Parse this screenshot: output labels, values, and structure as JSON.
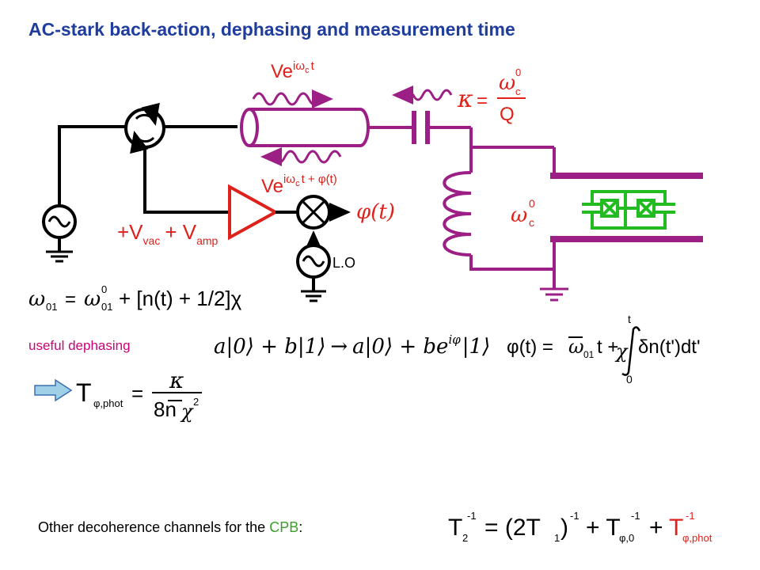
{
  "title": "AC-stark back-action, dephasing and measurement time",
  "colors": {
    "title": "#1f3d9c",
    "wire": "#000000",
    "circuit": "#9c1f86",
    "amplifier": "#e0201a",
    "junction": "#22bb22",
    "pink_text": "#cc0077",
    "cpb": "#3aa02a",
    "arrow_fill": "#9fd0e8"
  },
  "circuit": {
    "incoming_wave_label_base": "Ve",
    "incoming_wave_label_exp": "iω",
    "incoming_wave_label_sub": "c",
    "incoming_wave_label_t": "t",
    "outgoing_wave_label_base": "Ve",
    "outgoing_wave_label_exp": "iω",
    "outgoing_wave_label_sub": "c",
    "outgoing_wave_label_rest": "t + φ(t)",
    "kappa_symbol": "κ",
    "kappa_eq": "=",
    "kappa_num": "ω",
    "kappa_num_sup": "0",
    "kappa_num_sub": "c",
    "kappa_den": "Q",
    "noise_label_1": "+V",
    "noise_sub_1": "vac",
    "noise_label_2": "+ V",
    "noise_sub_2": "amp",
    "phase_output": "φ(t)",
    "lo_label": "L.O",
    "resonator_freq": "ω",
    "resonator_freq_sup": "0",
    "resonator_freq_sub": "c"
  },
  "equations": {
    "omega01_lhs": "ω",
    "omega01_lhs_sub": "01",
    "omega01_eq": "=",
    "omega01_rhs": "ω",
    "omega01_rhs_sup": "0",
    "omega01_rhs_sub": "01",
    "omega01_bracket": "+ [n(t) + 1/2]χ",
    "useful_dephasing": "useful dephasing",
    "state_before": "a|0⟩ + b|1⟩",
    "state_arrow": "→",
    "state_after": "a|0⟩ + be",
    "state_after_exp": "iφ",
    "state_after_ket": "|1⟩",
    "phase_lhs": "φ(t) =",
    "phase_omega": "ω",
    "phase_omega_sub": "01",
    "phase_mid": "t +",
    "phase_chi": "χ",
    "phase_integrand": "δn(t')dt'",
    "phase_upper": "t",
    "phase_lower": "0",
    "tphot_T": "T",
    "tphot_sub": "φ,phot",
    "tphot_eq": "=",
    "tphot_num": "κ",
    "tphot_den": "8n",
    "tphot_den_chi": "χ",
    "tphot_den_sup": "2"
  },
  "footer": {
    "text": "Other decoherence channels for the",
    "cpb": "CPB",
    "colon": ":",
    "formula_T2": "T",
    "formula_T2_sub": "2",
    "formula_T2_sup": "-1",
    "formula_eq": "= (2T",
    "formula_T1_sub": "1",
    "formula_T1_close": ")",
    "formula_T1_sup": "-1",
    "formula_plus1": "+ T",
    "formula_Tphi0_sub": "φ,0",
    "formula_Tphi0_sup": "-1",
    "formula_plus2": "+",
    "formula_Tphot": "T",
    "formula_Tphot_sub": "φ,phot",
    "formula_Tphot_sup": "-1"
  }
}
